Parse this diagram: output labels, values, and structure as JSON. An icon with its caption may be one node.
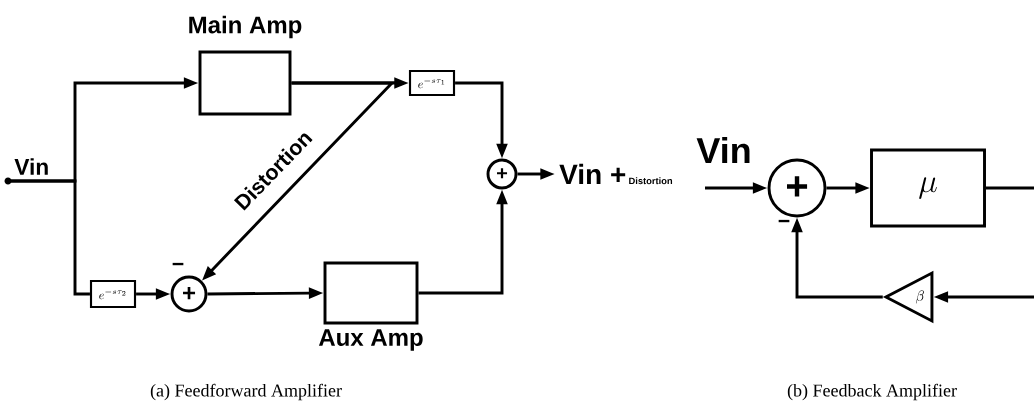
{
  "diagram": {
    "nodes": [
      {
        "text": [
          "Vin"
        ]
      },
      {
        "text": [
          "Main Amp"
        ]
      },
      {
        "text": [
          "e^{-s\\tau_1}"
        ]
      },
      {
        "text": [
          "+"
        ]
      },
      {
        "text": [
          "e^{-s\\tau_2}"
        ]
      },
      {
        "text": [
          "+"
        ],
        "beside": [
          "−"
        ]
      },
      {
        "text": [
          "Aux Amp"
        ]
      },
      {
        "text": [
          "Vin +",
          "Distortion"
        ]
      },
      {
        "text": [
          "+"
        ],
        "beside": [
          "−"
        ]
      },
      {
        "text": [
          "\\mu"
        ]
      },
      {
        "text": [
          "\\beta"
        ]
      }
    ],
    "edges": [
      {
        "from": 0,
        "to": 1,
        "arrow": "to"
      },
      {
        "from": 0,
        "to": 4,
        "arrow": "none"
      },
      {
        "from": 1,
        "to": 2,
        "arrow": "to"
      },
      {
        "from": 1,
        "to": 5,
        "arrow": "to",
        "label": "Distortion"
      },
      {
        "from": 2,
        "to": 3,
        "arrow": "to"
      },
      {
        "from": 4,
        "to": 5,
        "arrow": "to"
      },
      {
        "from": 5,
        "to": 6,
        "arrow": "to"
      },
      {
        "from": 6,
        "to": 3,
        "arrow": "to"
      },
      {
        "from": 3,
        "to": 7,
        "arrow": "to"
      },
      {
        "from": null,
        "to": 8,
        "arrow": "to"
      },
      {
        "from": 8,
        "to": 9,
        "arrow": "to"
      },
      {
        "from": 9,
        "to": null,
        "arrow": "none"
      },
      {
        "from": null,
        "to": 10,
        "arrow": "to"
      },
      {
        "from": 10,
        "to": 8,
        "arrow": "to"
      }
    ],
    "labels": [
      "Vin",
      "(a) Feedforward Amplifier",
      "(b) Feedback Amplifier"
    ]
  }
}
